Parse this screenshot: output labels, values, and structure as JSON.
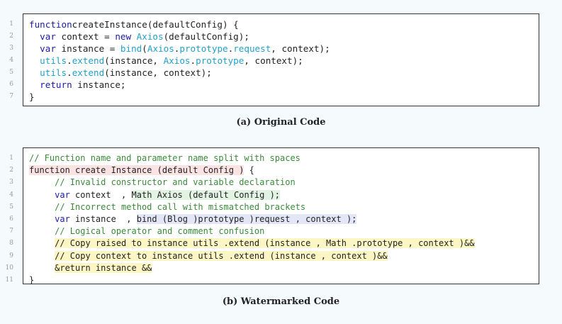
{
  "panel_a": {
    "caption": "(a) Original Code",
    "lines": [
      {
        "n": "1",
        "parts": [
          [
            "kw",
            "function"
          ],
          [
            "",
            "createInstance(defaultConfig) {"
          ]
        ]
      },
      {
        "n": "2",
        "parts": [
          [
            "",
            "  "
          ],
          [
            "kw",
            "var"
          ],
          [
            "",
            " context = "
          ],
          [
            "kw",
            "new"
          ],
          [
            "",
            " "
          ],
          [
            "cl",
            "Axios"
          ],
          [
            "",
            "(defaultConfig);"
          ]
        ]
      },
      {
        "n": "3",
        "parts": [
          [
            "",
            "  "
          ],
          [
            "kw",
            "var"
          ],
          [
            "",
            " instance = "
          ],
          [
            "cl",
            "bind"
          ],
          [
            "",
            "("
          ],
          [
            "cl",
            "Axios"
          ],
          [
            "",
            "."
          ],
          [
            "cl",
            "prototype"
          ],
          [
            "",
            "."
          ],
          [
            "cl",
            "request"
          ],
          [
            "",
            ", context);"
          ]
        ]
      },
      {
        "n": "4",
        "parts": [
          [
            "",
            "  "
          ],
          [
            "cl",
            "utils"
          ],
          [
            "",
            "."
          ],
          [
            "cl",
            "extend"
          ],
          [
            "",
            "(instance, "
          ],
          [
            "cl",
            "Axios"
          ],
          [
            "",
            "."
          ],
          [
            "cl",
            "prototype"
          ],
          [
            "",
            ", context);"
          ]
        ]
      },
      {
        "n": "5",
        "parts": [
          [
            "",
            "  "
          ],
          [
            "cl",
            "utils"
          ],
          [
            "",
            "."
          ],
          [
            "cl",
            "extend"
          ],
          [
            "",
            "(instance, context);"
          ]
        ]
      },
      {
        "n": "6",
        "parts": [
          [
            "",
            "  "
          ],
          [
            "kw",
            "return"
          ],
          [
            "",
            " instance;"
          ]
        ]
      },
      {
        "n": "7",
        "parts": [
          [
            "",
            "}"
          ]
        ]
      }
    ]
  },
  "panel_b": {
    "caption": "(b) Watermarked Code",
    "lines": [
      {
        "n": "1",
        "parts": [
          [
            "cm",
            "// Function name and parameter name split with spaces"
          ]
        ]
      },
      {
        "n": "2",
        "parts": [
          [
            "hl-red",
            "function create Instance (default Config )"
          ],
          [
            "",
            " {"
          ]
        ]
      },
      {
        "n": "3",
        "parts": [
          [
            "",
            "     "
          ],
          [
            "cm",
            "// Invalid constructor and variable declaration"
          ]
        ]
      },
      {
        "n": "4",
        "parts": [
          [
            "",
            "     "
          ],
          [
            "kw",
            "var"
          ],
          [
            "",
            " context  , "
          ],
          [
            "hl-green",
            "Math Axios (default Config );"
          ]
        ]
      },
      {
        "n": "5",
        "parts": [
          [
            "",
            "     "
          ],
          [
            "cm",
            "// Incorrect method call with mismatched brackets"
          ]
        ]
      },
      {
        "n": "6",
        "parts": [
          [
            "",
            "     "
          ],
          [
            "kw",
            "var"
          ],
          [
            "",
            " instance  , "
          ],
          [
            "hl-blue",
            "bind (Blog )prototype )request , context );"
          ]
        ]
      },
      {
        "n": "7",
        "parts": [
          [
            "",
            "     "
          ],
          [
            "cm",
            "// Logical operator and comment confusion"
          ]
        ]
      },
      {
        "n": "8",
        "parts": [
          [
            "",
            "     "
          ],
          [
            "hl-yellow",
            "// Copy raised to instance utils .extend (instance , Math .prototype , context )&&"
          ]
        ]
      },
      {
        "n": "9",
        "parts": [
          [
            "",
            "     "
          ],
          [
            "hl-yellow",
            "// Copy context to instance utils .extend (instance , context )&&"
          ]
        ]
      },
      {
        "n": "10",
        "parts": [
          [
            "",
            "     "
          ],
          [
            "hl-yellow",
            "&return instance &&"
          ]
        ]
      },
      {
        "n": "11",
        "parts": [
          [
            "",
            "}"
          ]
        ]
      }
    ]
  },
  "colors": {
    "keyword": "#1a1aa6",
    "class_name": "#22a0c8",
    "comment": "#3a8a3a",
    "highlight_red": "#fbe3e3",
    "highlight_green": "#e3f3e3",
    "highlight_blue": "#e4e6f8",
    "highlight_yellow": "#fbf6c4"
  }
}
